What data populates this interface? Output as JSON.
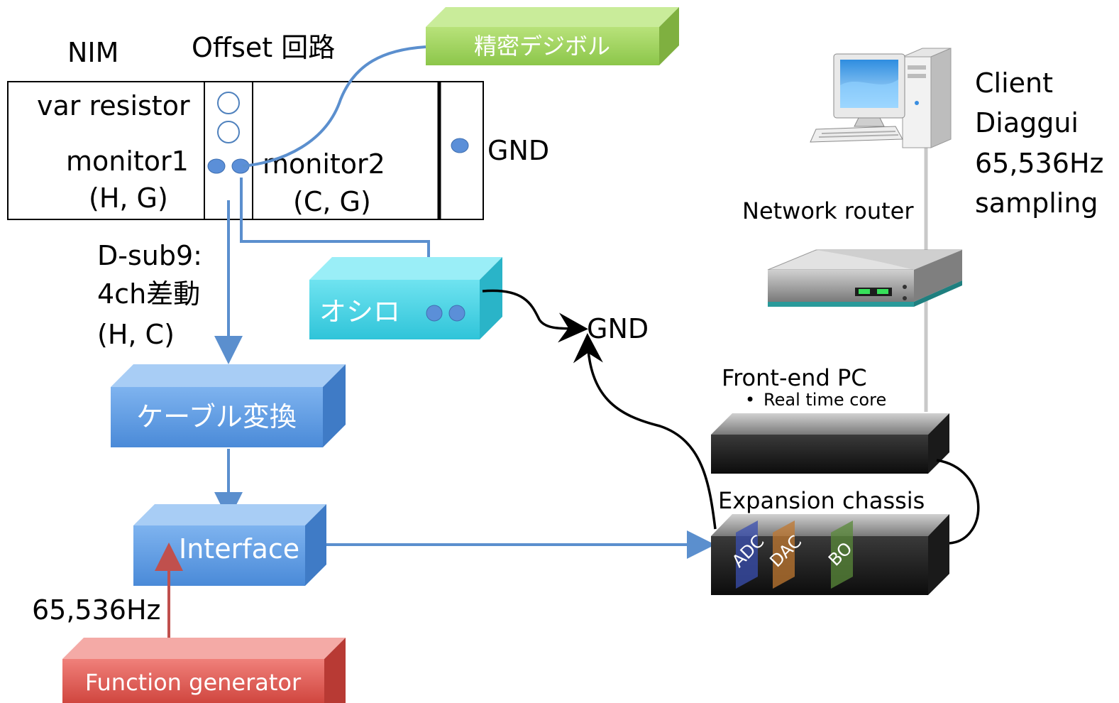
{
  "nim": {
    "label": "NIM",
    "offset_label": "Offset 回路",
    "var_resistor": "var resistor",
    "monitor1": "monitor1",
    "monitor1_sub": "(H, G)",
    "monitor2": "monitor2",
    "monitor2_sub": "(C, G)",
    "gnd": "GND"
  },
  "precision_digital": "精密デジボル",
  "dsub": {
    "line1": "D-sub9:",
    "line2": "4ch差動",
    "line3": "(H, C)"
  },
  "oscilloscope": "オシロ",
  "gnd_center": "GND",
  "cable_conversion": "ケーブル変換",
  "interface": "Interface",
  "freq_label": "65,536Hz",
  "function_generator": "Function generator",
  "client": {
    "line1": "Client",
    "line2": "Diaggui",
    "line3": "65,536Hz",
    "line4": "sampling"
  },
  "network_router": "Network router",
  "frontend": {
    "title": "Front-end PC",
    "bullet": "Real time core"
  },
  "expansion_chassis": "Expansion chassis",
  "cards": {
    "adc": "ADC",
    "dac": "DAC",
    "bo": "BO"
  },
  "colors": {
    "green_box": "#9fd45a",
    "cyan_box": "#45d6e8",
    "blue_box": "#5f9fe6",
    "red_box": "#e05a55",
    "wire_blue": "#5b8fce",
    "wire_red": "#c0504d",
    "wire_gray": "#c8c8c8"
  }
}
